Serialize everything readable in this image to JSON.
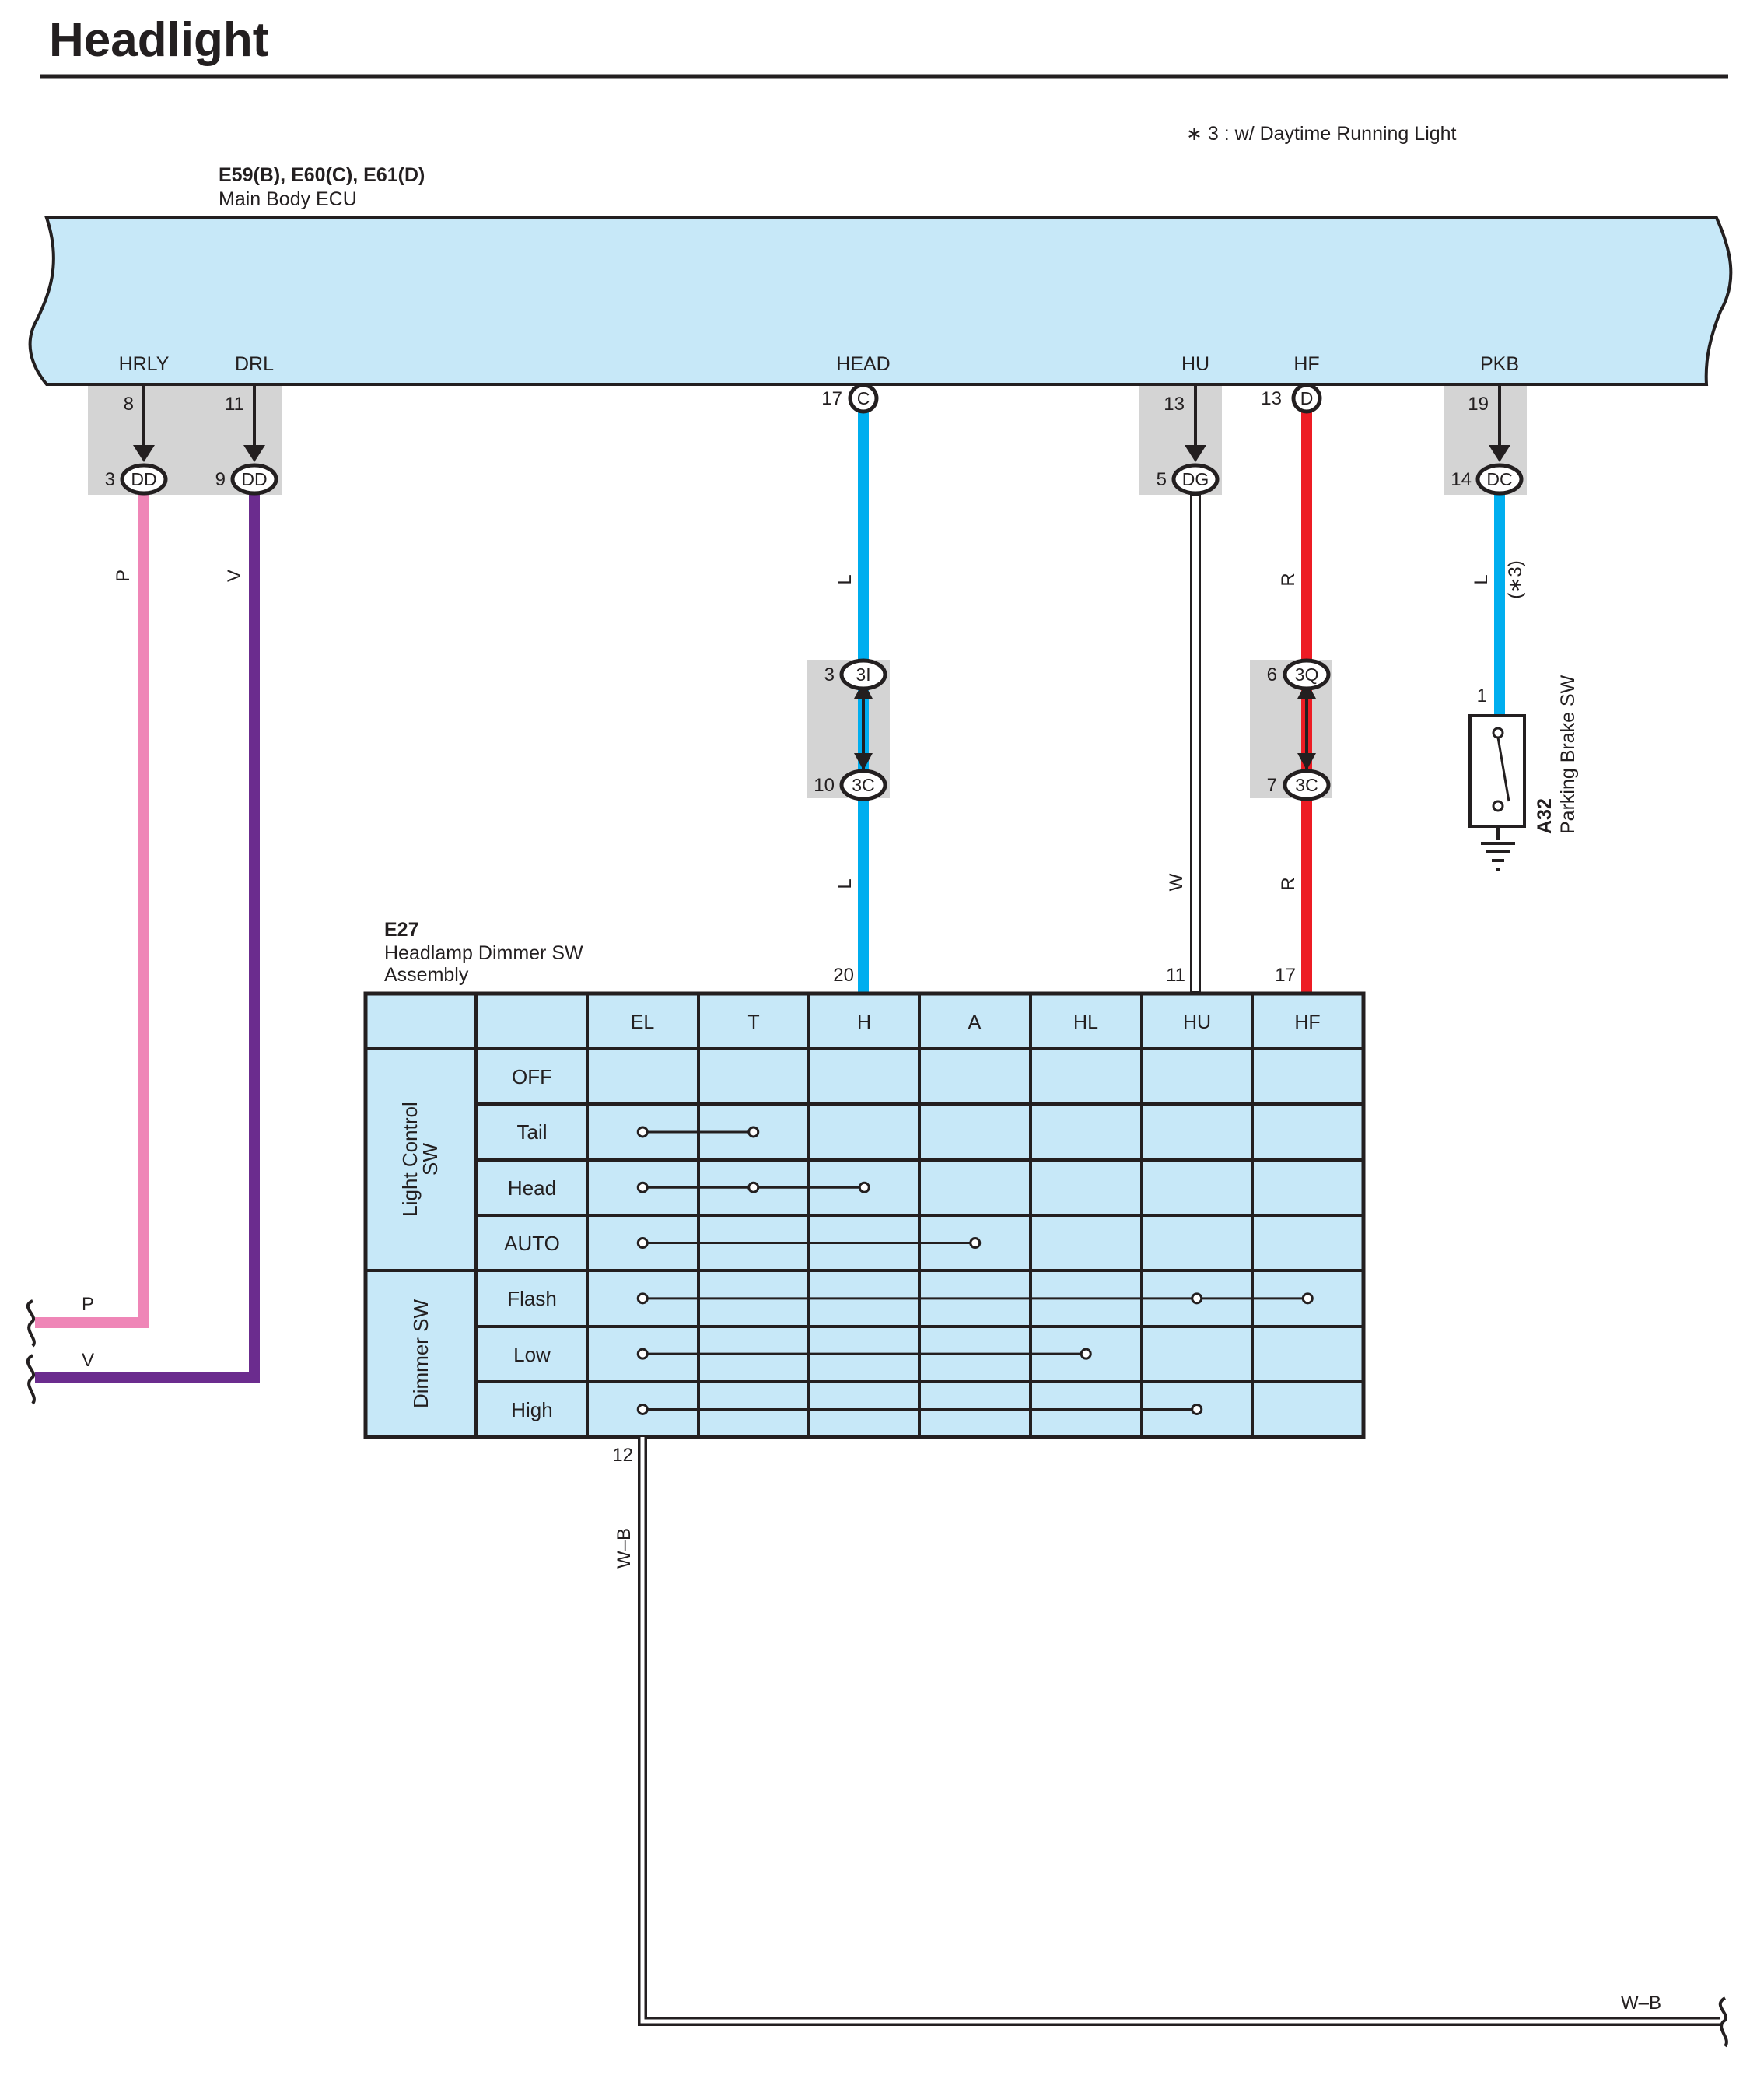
{
  "title": "Headlight",
  "note": "∗ 3 : w/ Daytime Running Light",
  "ecu": {
    "id": "E59(B), E60(C), E61(D)",
    "name": "Main Body ECU",
    "terminals": [
      "HRLY",
      "DRL",
      "HEAD",
      "HU",
      "HF",
      "PKB"
    ]
  },
  "hrly": {
    "ecu_pin": "8",
    "conn_pin": "3",
    "conn": "DD",
    "wire": "P",
    "end_wire": "P"
  },
  "drl": {
    "ecu_pin": "11",
    "conn_pin": "9",
    "conn": "DD",
    "wire": "V",
    "end_wire": "V"
  },
  "head": {
    "ecu_pin": "17",
    "ecu_conn": "C",
    "wire_top": "L",
    "j1_pin": "3",
    "j1": "3I",
    "j2_pin": "10",
    "j2": "3C",
    "wire_bottom": "L",
    "sw_pin": "20"
  },
  "hu": {
    "ecu_pin": "13",
    "conn_pin": "5",
    "conn": "DG",
    "wire": "W",
    "sw_pin": "11"
  },
  "hf": {
    "ecu_pin": "13",
    "ecu_conn": "D",
    "wire_top": "R",
    "j1_pin": "6",
    "j1": "3Q",
    "j2_pin": "7",
    "j2": "3C",
    "wire_bottom": "R",
    "sw_pin": "17"
  },
  "pkb": {
    "ecu_pin": "19",
    "conn_pin": "14",
    "conn": "DC",
    "wire": "L",
    "wire_note": "(∗3)",
    "sw_pin": "1",
    "sw_id": "A32",
    "sw_name": "Parking Brake SW"
  },
  "switch": {
    "id": "E27",
    "name_line1": "Headlamp Dimmer SW",
    "name_line2": "Assembly",
    "columns": [
      "EL",
      "T",
      "H",
      "A",
      "HL",
      "HU",
      "HF"
    ],
    "groups": [
      {
        "label_line1": "Light Control",
        "label_line2": "SW",
        "rows": [
          "OFF",
          "Tail",
          "Head",
          "AUTO"
        ]
      },
      {
        "label_line1": "Dimmer SW",
        "label_line2": "",
        "rows": [
          "Flash",
          "Low",
          "High"
        ]
      }
    ],
    "connections": [
      {
        "row": "OFF",
        "columns": []
      },
      {
        "row": "Tail",
        "columns": [
          "EL",
          "T"
        ]
      },
      {
        "row": "Head",
        "columns": [
          "EL",
          "T",
          "H"
        ]
      },
      {
        "row": "AUTO",
        "columns": [
          "EL",
          "A"
        ]
      },
      {
        "row": "Flash",
        "columns": [
          "EL",
          "HU",
          "HF"
        ]
      },
      {
        "row": "Low",
        "columns": [
          "EL",
          "HL"
        ]
      },
      {
        "row": "High",
        "columns": [
          "EL",
          "HU"
        ]
      }
    ],
    "ground_pin": "12",
    "ground_wire": "W–B",
    "ground_wire_end": "W–B"
  },
  "colors": {
    "pink": "#ef86b7",
    "purple": "#6b2c8e",
    "blue": "#00aeef",
    "red": "#ed1c24",
    "ecu_fill": "#c7e8f8",
    "junction_fill": "#d4d4d4"
  }
}
